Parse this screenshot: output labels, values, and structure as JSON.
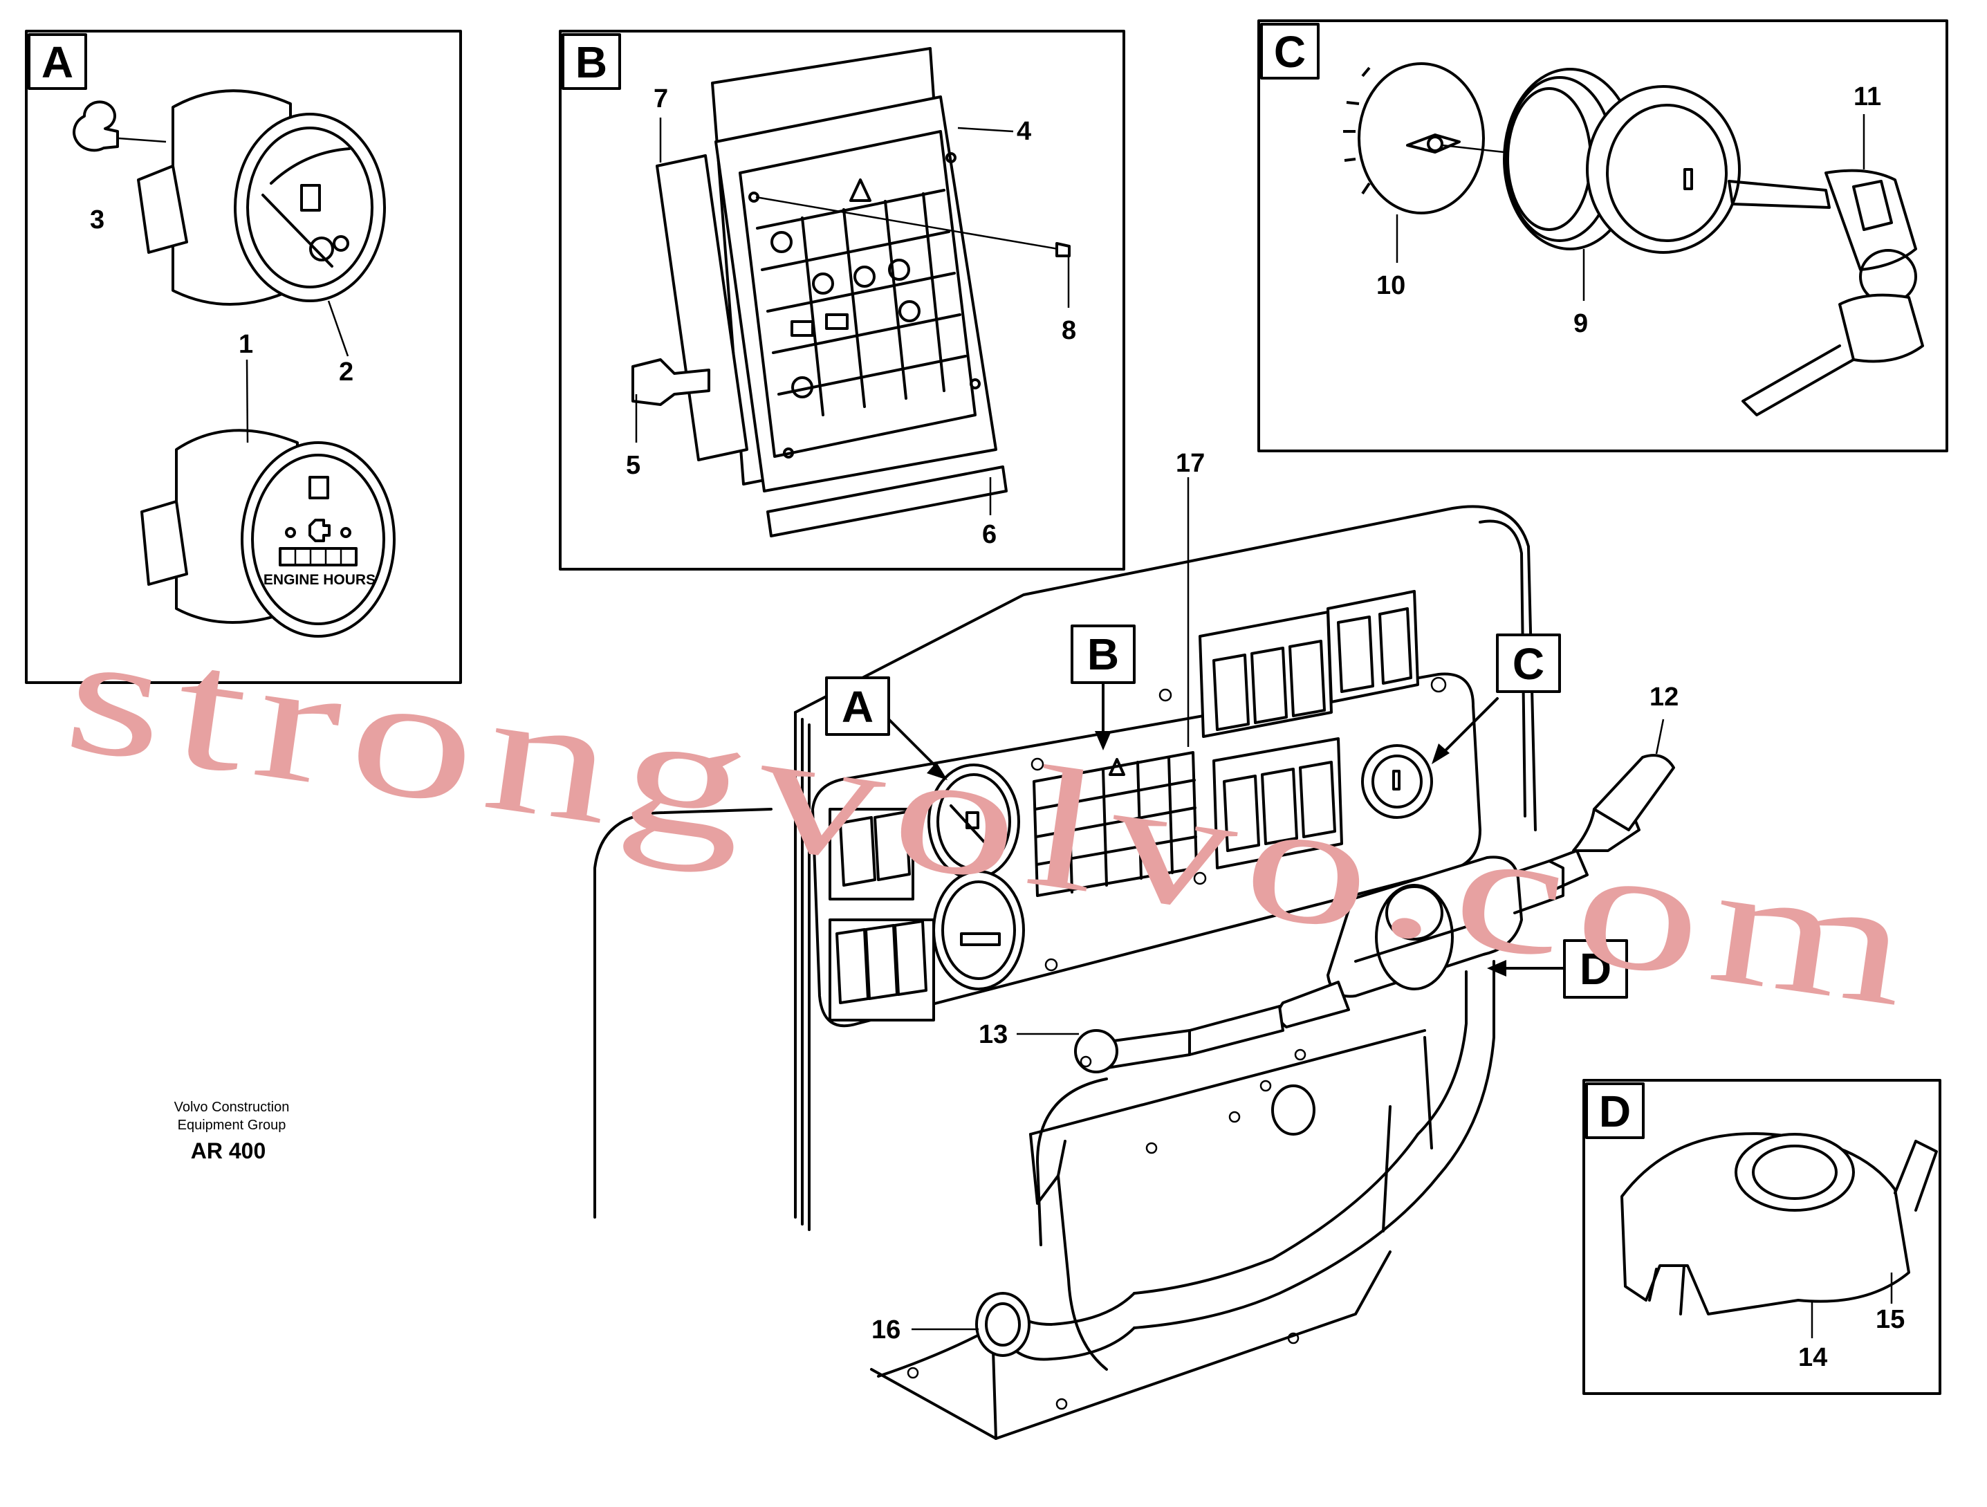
{
  "panels": {
    "A": {
      "letter": "A"
    },
    "B": {
      "letter": "B"
    },
    "C": {
      "letter": "C"
    },
    "D": {
      "letter": "D"
    }
  },
  "main_callouts": {
    "A": "A",
    "B": "B",
    "C": "C",
    "D": "D"
  },
  "gauge_text": {
    "engine_hours_label": "ENGINE HOURS"
  },
  "part_numbers": [
    "1",
    "2",
    "3",
    "4",
    "5",
    "6",
    "7",
    "8",
    "9",
    "10",
    "11",
    "12",
    "13",
    "14",
    "15",
    "16",
    "17"
  ],
  "credit": {
    "line1": "Volvo Construction",
    "line2": "Equipment Group",
    "line3": "AR 400"
  },
  "watermark": "strongvolvo.com"
}
